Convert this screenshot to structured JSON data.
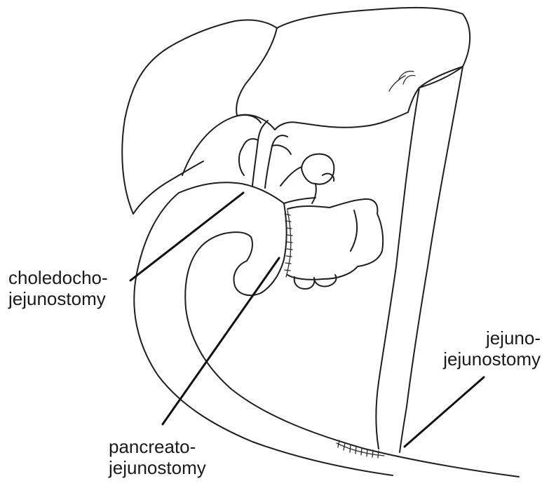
{
  "labels": {
    "choledocho": {
      "line1": "choledocho-",
      "line2": "jejunostomy"
    },
    "pancreato": {
      "line1": "pancreato-",
      "line2": "jejunostomy"
    },
    "jejuno": {
      "line1": "jejuno-",
      "line2": "jejunostomy"
    }
  },
  "colors": {
    "ink": "#1e1e1e",
    "background": "#ffffff"
  }
}
